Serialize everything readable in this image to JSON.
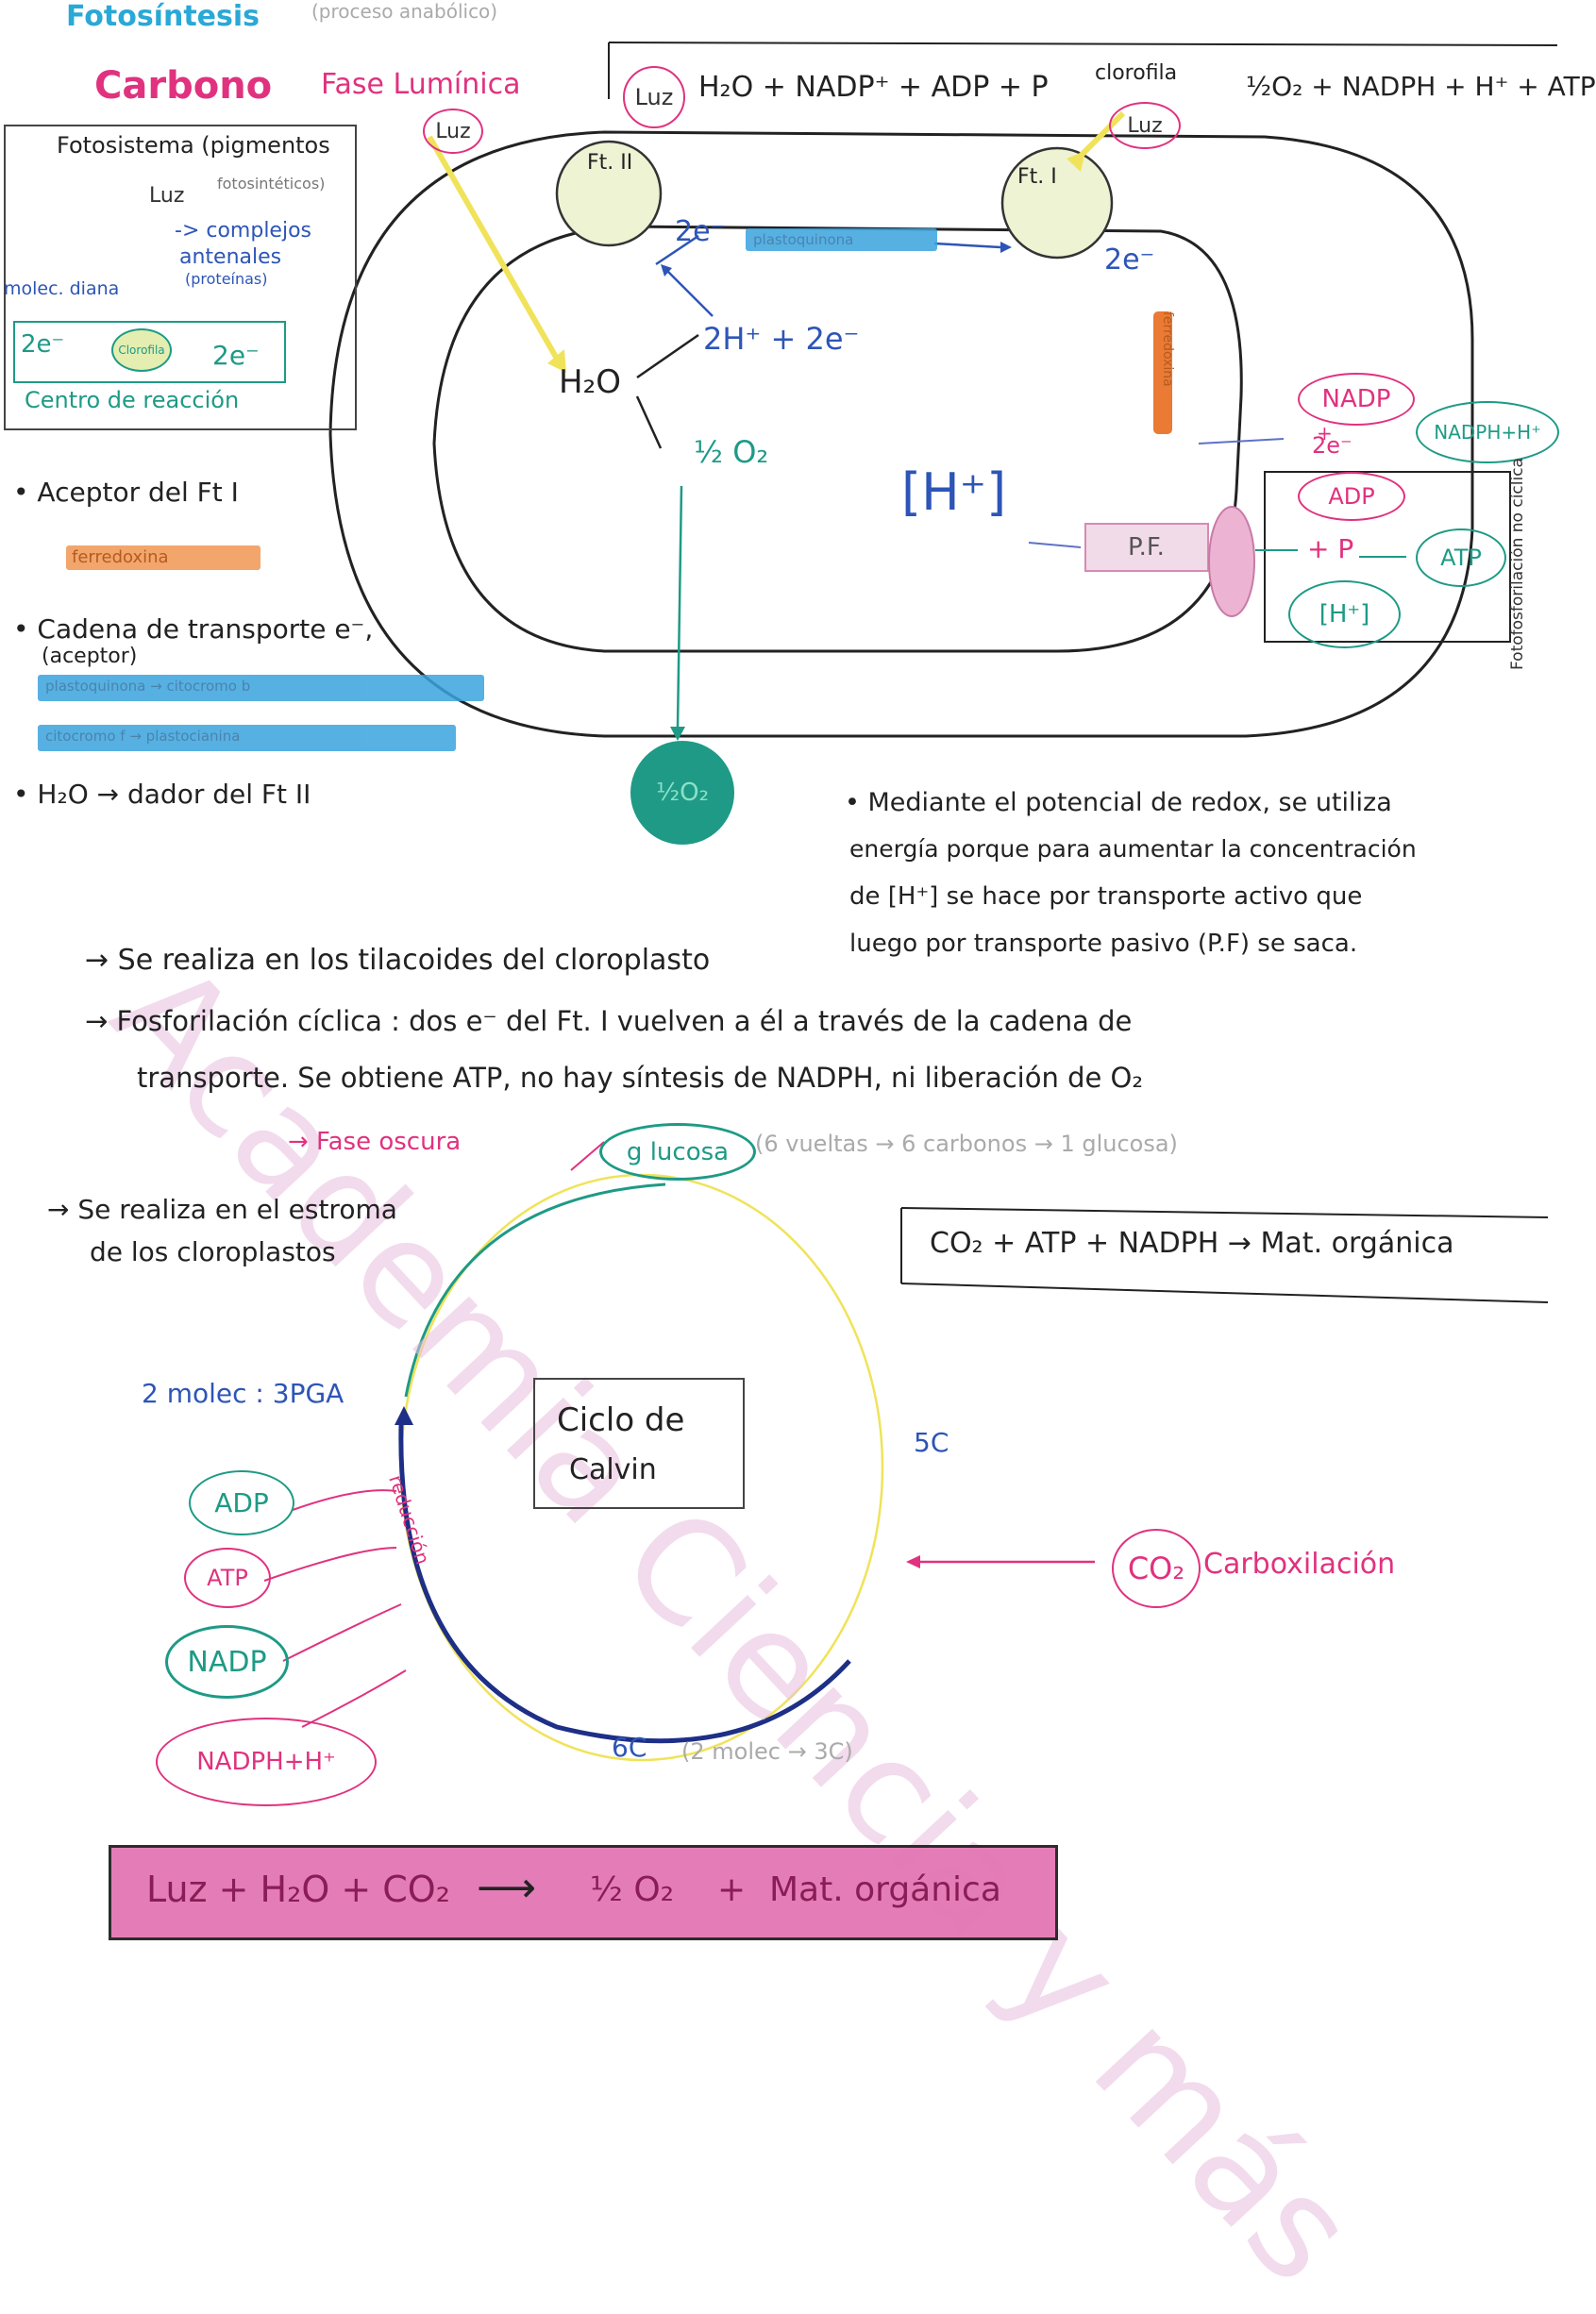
{
  "header": {
    "title": "Fotosíntesis",
    "subtitle": "(proceso anabólico)",
    "section": "Carbono",
    "phase_light": "Fase Lumínica",
    "luz": "Luz",
    "light_equation": "H₂O + NADP⁺ + ADP + P",
    "clorofila": "clorofila",
    "light_products": "½O₂ + NADPH + H⁺ + ATP"
  },
  "fotosistema_inset": {
    "title": "Fotosistema (pigmentos",
    "title_sub": "fotosintéticos)",
    "luz": "Luz",
    "complejos": "-> complejos",
    "antenales": "antenales",
    "proteinas": "(proteínas)",
    "molec": "molec. diana",
    "e_left": "2e⁻",
    "clorofila": "Clorofila",
    "e_right": "2e⁻",
    "centro": "Centro de reacción"
  },
  "thylakoid": {
    "ft2": "Ft. II",
    "ft1": "Ft. I",
    "e1": "2e⁻",
    "e2": "2e⁻",
    "plastoquinona_label": "plastoquinona",
    "ferredoxina_label": "ferredoxina",
    "h2o": "H₂O",
    "products": "2H⁺ + 2e⁻",
    "o2": "½ O₂",
    "h_conc": "[H⁺]",
    "pf": "P.F.",
    "nadp": "NADP",
    "plus": "+",
    "nadp_e": "2e⁻",
    "nadph": "NADPH+H⁺",
    "adp": "ADP",
    "p": "+ P",
    "atp": "ATP",
    "h_out": "[H⁺]",
    "o2_bubble": "½O₂",
    "fotofosforilacion": "Fotofosforilación no cíclica"
  },
  "left_notes": {
    "aceptor": "• Aceptor del Ft I",
    "ferredoxina": "ferredoxina",
    "cadena": "• Cadena de transporte e⁻,",
    "aceptor_sub": "(aceptor)",
    "bar1": "plastoquinona → citocromo b",
    "bar2": "citocromo f → plastocianina",
    "dador": "• H₂O → dador del Ft II"
  },
  "mediante": {
    "line1": "• Mediante el potencial de redox, se utiliza",
    "line2": "energía porque para aumentar la concentración",
    "line3": "de [H⁺] se hace por transporte activo que",
    "line4": "luego por transporte pasivo (P.F) se saca."
  },
  "notes": {
    "line1": "→ Se realiza en los tilacoides del cloroplasto",
    "line2": "→ Fosforilación cíclica : dos e⁻ del Ft. I vuelven a él a través de la cadena de",
    "line3": "transporte. Se obtiene ATP, no hay síntesis de NADPH, ni liberación de O₂"
  },
  "dark": {
    "phase": "→ Fase oscura",
    "glucosa": "g lucosa",
    "vueltas": "(6 vueltas → 6 carbonos → 1 glucosa)",
    "estroma1": "→ Se realiza en el estroma",
    "estroma2": "de los cloroplastos",
    "equation": "CO₂ + ATP + NADPH → Mat. orgánica",
    "molec": "2 molec : 3PGA",
    "cycle_line1": "Ciclo de",
    "cycle_line2": "Calvin",
    "sc": "5C",
    "co2": "CO₂",
    "carbox": "Carboxilación",
    "reduccion": "reducción",
    "adp": "ADP",
    "atp": "ATP",
    "nadp": "NADP",
    "nadph": "NADPH+H⁺",
    "sixc": "6C",
    "sixc_sub": "(2 molec → 3C)"
  },
  "summary": {
    "equation_left": "Luz + H₂O + CO₂",
    "arrow": "⟶",
    "half": "½ O₂",
    "plus": "+",
    "mat": "Mat. orgánica"
  },
  "watermark": "Academia Ciencia y más",
  "colors": {
    "pink": "#e0327f",
    "teal": "#1e9a86",
    "blue": "#2d55b7",
    "yellow": "#f0e35a",
    "orange": "#ea7a34",
    "dark_blue": "#1d2f86"
  }
}
